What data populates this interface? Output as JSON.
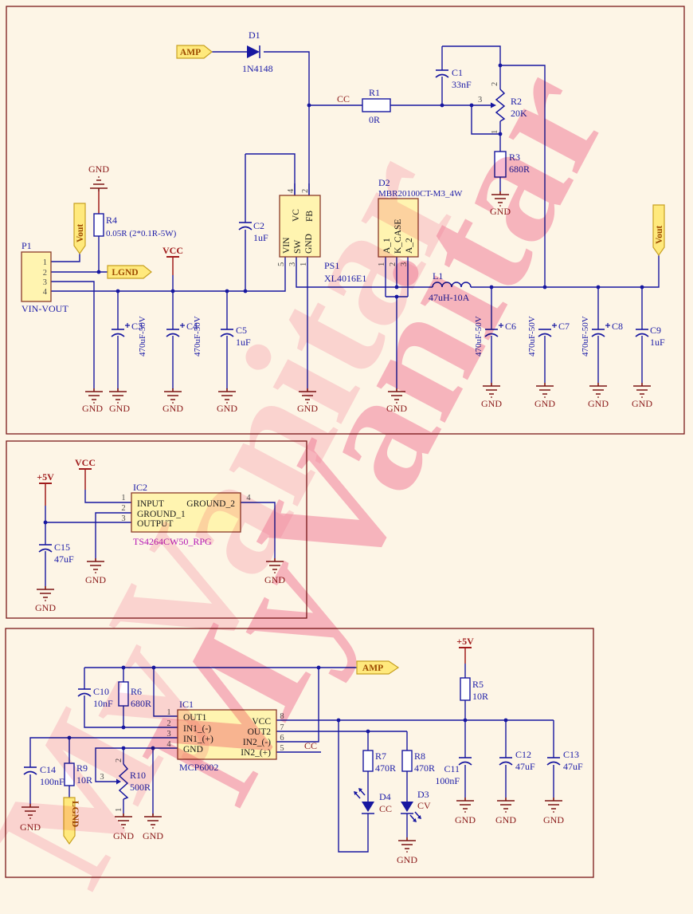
{
  "watermark": "MyVanitar",
  "nets": {
    "gnd": "GND",
    "vcc": "VCC",
    "p5v": "+5V",
    "cc": "CC",
    "cv": "CV",
    "amp": "AMP",
    "lgnd": "LGND",
    "vout": "Vout"
  },
  "top": {
    "d1": {
      "ref": "D1",
      "value": "1N4148"
    },
    "r1": {
      "ref": "R1",
      "value": "0R"
    },
    "c1": {
      "ref": "C1",
      "value": "33nF"
    },
    "r2": {
      "ref": "R2",
      "value": "20K",
      "pin_top": "2",
      "pin_wiper": "3",
      "pin_bot": "1"
    },
    "r3": {
      "ref": "R3",
      "value": "680R"
    },
    "r4": {
      "ref": "R4",
      "value": "0.05R (2*0.1R-5W)"
    },
    "p1": {
      "ref": "P1",
      "value": "VIN-VOUT",
      "pins": [
        "1",
        "2",
        "3",
        "4"
      ]
    },
    "ps1": {
      "ref": "PS1",
      "value": "XL4016E1",
      "pin_names": {
        "vin": "VIN",
        "sw": "SW",
        "gnd": "GND",
        "vc": "VC",
        "fb": "FB"
      },
      "pin_nums": {
        "vin": "5",
        "sw": "3",
        "gnd": "1",
        "vc": "4",
        "fb": "2"
      }
    },
    "d2": {
      "ref": "D2",
      "value": "MBR20100CT-M3_4W",
      "pin_names": {
        "a1": "A_1",
        "k": "K_CASE",
        "a2": "A_2"
      },
      "pin_nums": {
        "a1": "1",
        "k": "2",
        "a2": "3"
      }
    },
    "c2": {
      "ref": "C2",
      "value": "1uF"
    },
    "l1": {
      "ref": "L1",
      "value": "47uH-10A"
    },
    "c3": {
      "ref": "C3",
      "value": "470uF-50V"
    },
    "c4": {
      "ref": "C4",
      "value": "470uF-50V"
    },
    "c5": {
      "ref": "C5",
      "value": "1uF"
    },
    "c6": {
      "ref": "C6",
      "value": "470uF-50V"
    },
    "c7": {
      "ref": "C7",
      "value": "470uF-50V"
    },
    "c8": {
      "ref": "C8",
      "value": "470uF-50V"
    },
    "c9": {
      "ref": "C9",
      "value": "1uF"
    }
  },
  "middle": {
    "ic2": {
      "ref": "IC2",
      "part": "TS4264CW50_RPG",
      "pins": {
        "p1": {
          "num": "1",
          "name": "INPUT"
        },
        "p2": {
          "num": "2",
          "name": "GROUND_1"
        },
        "p3": {
          "num": "3",
          "name": "OUTPUT"
        },
        "p4": {
          "num": "4",
          "name": "GROUND_2"
        }
      }
    },
    "c15": {
      "ref": "C15",
      "value": "47uF"
    }
  },
  "bottom": {
    "ic1": {
      "ref": "IC1",
      "part": "MCP6002",
      "pins": {
        "p1": {
          "num": "1",
          "name": "OUT1"
        },
        "p2": {
          "num": "2",
          "name": "IN1_(-)"
        },
        "p3": {
          "num": "3",
          "name": "IN1_(+)"
        },
        "p4": {
          "num": "4",
          "name": "GND"
        },
        "p5": {
          "num": "5",
          "name": "IN2_(+)"
        },
        "p6": {
          "num": "6",
          "name": "IN2_(-)"
        },
        "p7": {
          "num": "7",
          "name": "OUT2"
        },
        "p8": {
          "num": "8",
          "name": "VCC"
        }
      }
    },
    "r5": {
      "ref": "R5",
      "value": "10R"
    },
    "r6": {
      "ref": "R6",
      "value": "680R"
    },
    "r7": {
      "ref": "R7",
      "value": "470R"
    },
    "r8": {
      "ref": "R8",
      "value": "470R"
    },
    "r9": {
      "ref": "R9",
      "value": "10R"
    },
    "r10": {
      "ref": "R10",
      "value": "500R",
      "pin_top": "2",
      "pin_wiper": "3",
      "pin_bot": "1"
    },
    "c10": {
      "ref": "C10",
      "value": "10nF"
    },
    "c11": {
      "ref": "C11",
      "value": "100nF"
    },
    "c12": {
      "ref": "C12",
      "value": "47uF"
    },
    "c13": {
      "ref": "C13",
      "value": "47uF"
    },
    "c14": {
      "ref": "C14",
      "value": "100nF"
    },
    "d3": {
      "ref": "D3",
      "net": "CV"
    },
    "d4": {
      "ref": "D4",
      "net": "CC"
    }
  }
}
